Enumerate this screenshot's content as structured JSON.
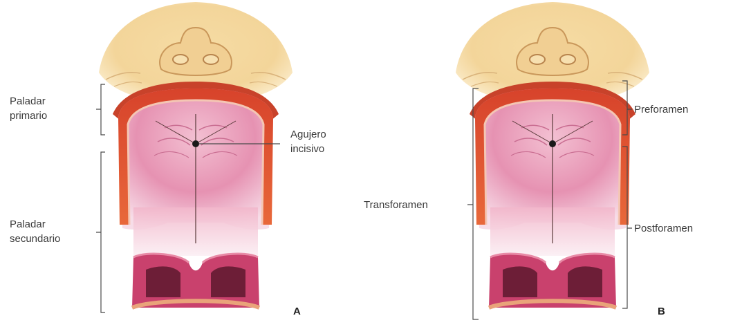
{
  "panel_a": {
    "letter": "A",
    "paladar_primario": [
      "Paladar",
      "primario"
    ],
    "paladar_secundario": [
      "Paladar",
      "secundario"
    ],
    "agujero_incisivo": [
      "Agujero",
      "incisivo"
    ]
  },
  "panel_b": {
    "letter": "B",
    "preforamen": "Preforamen",
    "postforamen": "Postforamen",
    "transforamen": "Transforamen"
  }
}
